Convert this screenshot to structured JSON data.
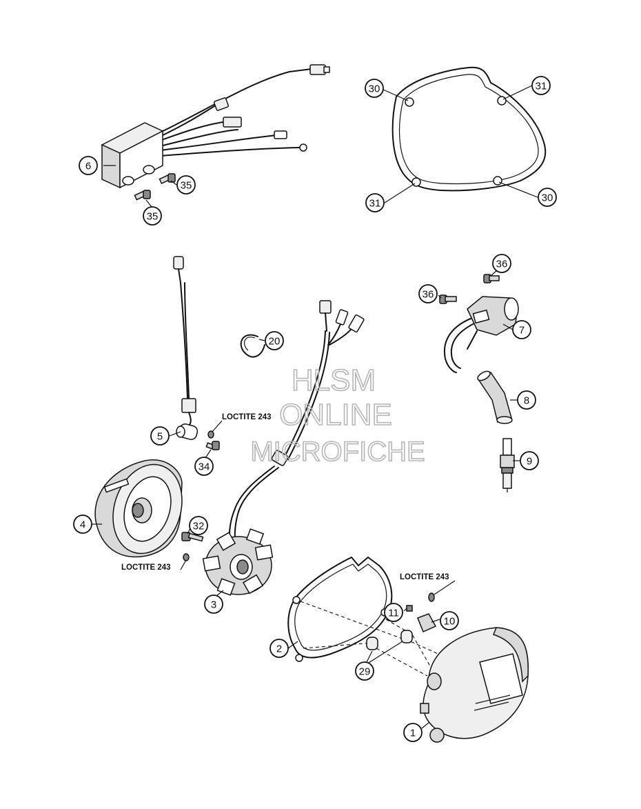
{
  "parts": [
    {
      "id": "p1",
      "number": "1"
    },
    {
      "id": "p2",
      "number": "2"
    },
    {
      "id": "p3",
      "number": "3"
    },
    {
      "id": "p4",
      "number": "4"
    },
    {
      "id": "p5",
      "number": "5"
    },
    {
      "id": "p6",
      "number": "6"
    },
    {
      "id": "p7",
      "number": "7"
    },
    {
      "id": "p8",
      "number": "8"
    },
    {
      "id": "p9",
      "number": "9"
    },
    {
      "id": "p10",
      "number": "10"
    },
    {
      "id": "p11",
      "number": "11"
    },
    {
      "id": "p20",
      "number": "20"
    },
    {
      "id": "p29",
      "number": "29"
    },
    {
      "id": "p30a",
      "number": "30"
    },
    {
      "id": "p30b",
      "number": "30"
    },
    {
      "id": "p31a",
      "number": "31"
    },
    {
      "id": "p31b",
      "number": "31"
    },
    {
      "id": "p32",
      "number": "32"
    },
    {
      "id": "p34",
      "number": "34"
    },
    {
      "id": "p35a",
      "number": "35"
    },
    {
      "id": "p35b",
      "number": "35"
    },
    {
      "id": "p36a",
      "number": "36"
    },
    {
      "id": "p36b",
      "number": "36"
    }
  ],
  "loctite_labels": [
    {
      "id": "l1",
      "text": "LOCTITE 243"
    },
    {
      "id": "l2",
      "text": "LOCTITE 243"
    },
    {
      "id": "l3",
      "text": "LOCTITE 243"
    }
  ],
  "watermark": {
    "line1": "HLSM",
    "line2": "ONLINE",
    "line3": "MICROFICHE"
  }
}
